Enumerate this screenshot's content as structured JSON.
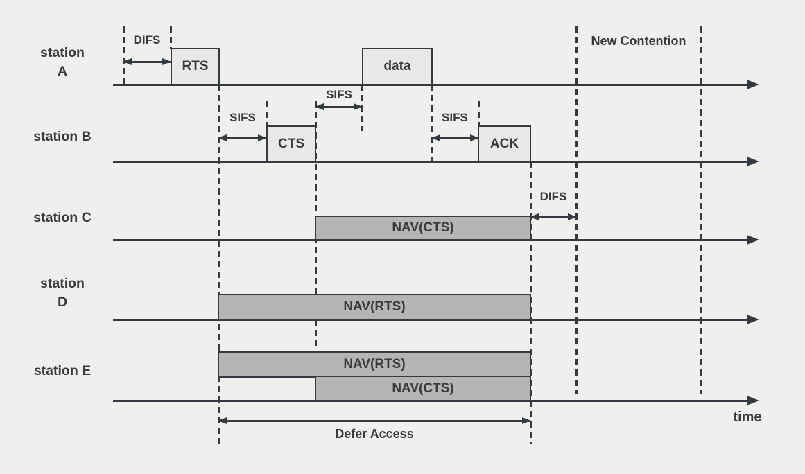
{
  "diagram": {
    "type": "timing-diagram",
    "subject": "IEEE 802.11 RTS/CTS medium access with NAV"
  },
  "colors": {
    "background": "#efefee",
    "line": "#343a40",
    "frame_fill": "#e8e8e7",
    "nav_fill": "#b5b5b3",
    "text": "#3a3a3a"
  },
  "stations": {
    "a": {
      "line1": "station",
      "line2": "A"
    },
    "b": {
      "label": "station B"
    },
    "c": {
      "label": "station C"
    },
    "d": {
      "line1": "station",
      "line2": "D"
    },
    "e": {
      "label": "station E"
    }
  },
  "frames": {
    "rts": "RTS",
    "data": "data",
    "cts": "CTS",
    "ack": "ACK"
  },
  "nav": {
    "c_nav_cts": "NAV(CTS)",
    "d_nav_rts": "NAV(RTS)",
    "e_nav_rts": "NAV(RTS)",
    "e_nav_cts": "NAV(CTS)"
  },
  "intervals": {
    "difs_a": "DIFS",
    "sifs_rts_cts": "SIFS",
    "sifs_cts_data": "SIFS",
    "sifs_data_ack": "SIFS",
    "difs_c": "DIFS"
  },
  "annotations": {
    "new_contention": "New Contention",
    "defer_access": "Defer Access",
    "time_axis": "time"
  }
}
